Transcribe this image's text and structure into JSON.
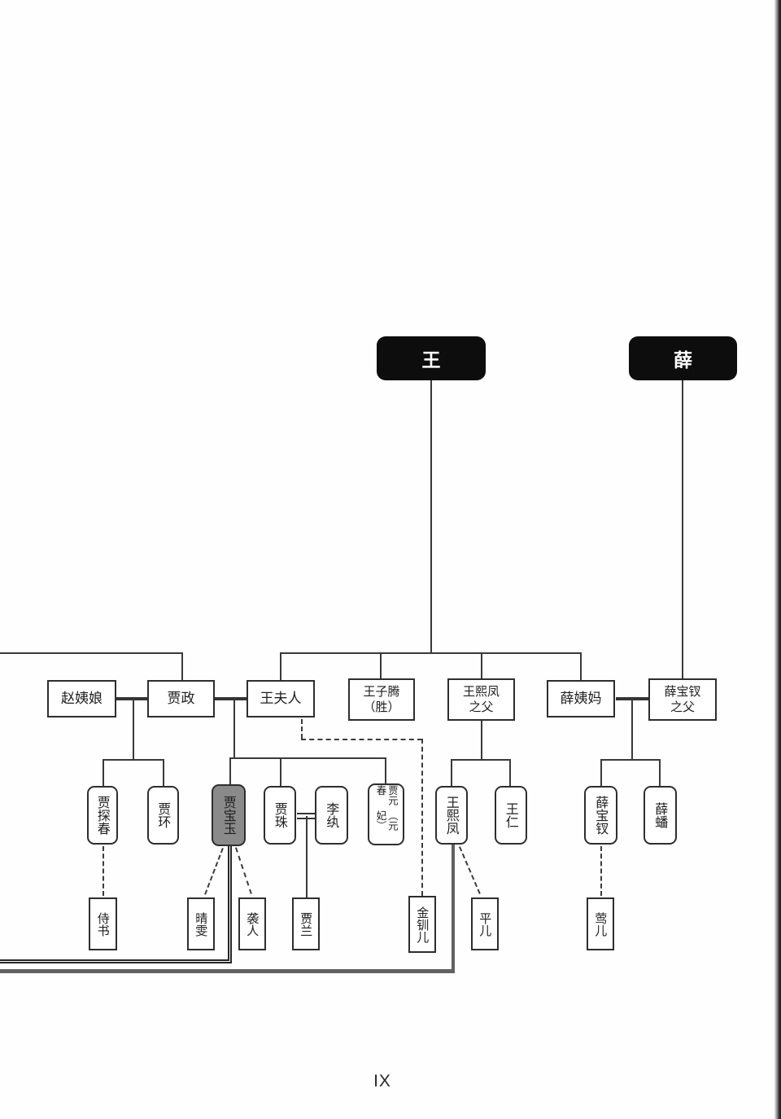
{
  "page_number": "IX",
  "colors": {
    "clan_box_bg": "#0d0d0d",
    "clan_box_text": "#ffffff",
    "highlight_node_bg": "#8a8a8a",
    "line_color": "#3a3a3a",
    "gray_marriage_path": "#616161"
  },
  "nodes": {
    "wang_clan": "王",
    "xue_clan": "薛",
    "zhao_yiniang": "赵姨娘",
    "jia_zheng": "贾政",
    "wang_furen": "王夫人",
    "wang_ziteng_line1": "王子腾",
    "wang_ziteng_line2": "（胜）",
    "wang_xifeng_father_line1": "王熙凤",
    "wang_xifeng_father_line2": "之父",
    "xue_yima": "薛姨妈",
    "xue_baochai_father_line1": "薛宝钗",
    "xue_baochai_father_line2": "之父",
    "jia_tanchun": "贾探春",
    "jia_huan": "贾环",
    "jia_baoyu": "贾宝玉",
    "jia_zhu": "贾珠",
    "li_wan": "李纨",
    "jia_yuanchun_name": "贾元春",
    "jia_yuanchun_note": "（元妃）",
    "wang_xifeng": "王熙凤",
    "wang_ren": "王仁",
    "xue_baochai": "薛宝钗",
    "xue_pan": "薛蟠",
    "shishu": "侍书",
    "qingwen": "晴雯",
    "xiren": "袭人",
    "jia_lan": "贾兰",
    "jin_chuaner": "金钏儿",
    "pinger": "平儿",
    "yinger": "莺儿"
  }
}
